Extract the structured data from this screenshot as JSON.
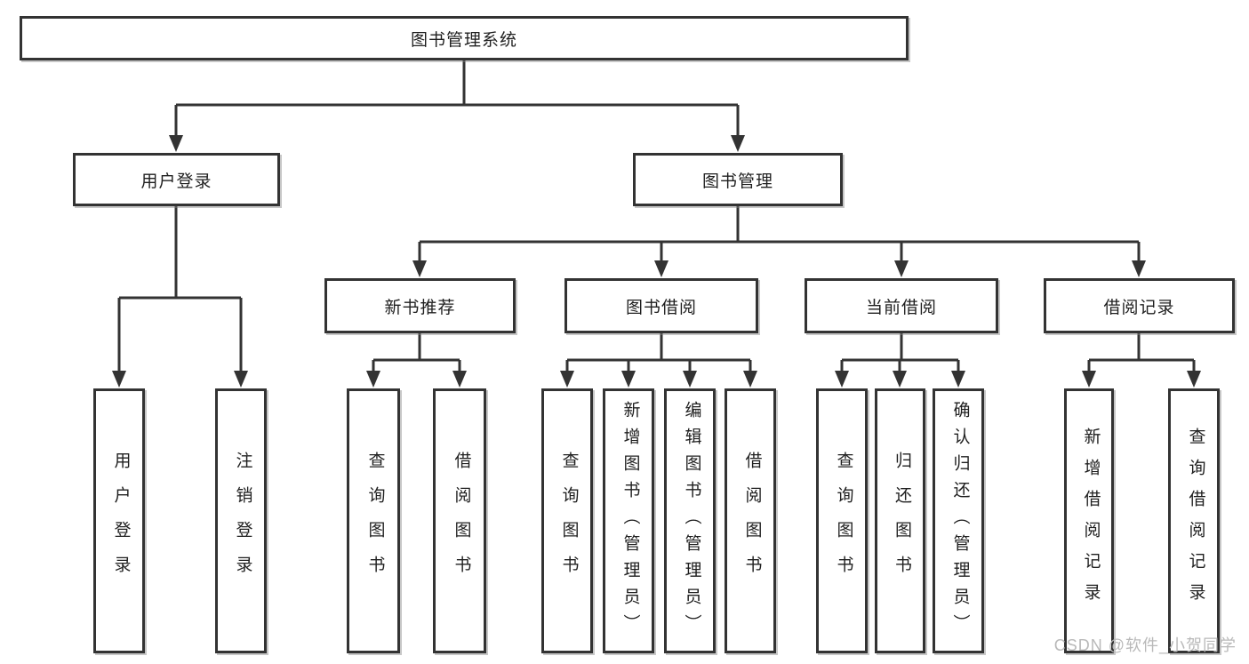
{
  "diagram": {
    "root": {
      "label": "图书管理系统"
    },
    "branches": [
      {
        "label": "用户登录",
        "leaves": [
          "用户登录",
          "注销登录"
        ]
      },
      {
        "label": "图书管理",
        "groups": [
          {
            "label": "新书推荐",
            "leaves": [
              "查询图书",
              "借阅图书"
            ]
          },
          {
            "label": "图书借阅",
            "leaves": [
              "查询图书",
              "新增图书（管理员）",
              "编辑图书（管理员）",
              "借阅图书"
            ]
          },
          {
            "label": "当前借阅",
            "leaves": [
              "查询图书",
              "归还图书",
              "确认归还（管理员）"
            ]
          },
          {
            "label": "借阅记录",
            "leaves": [
              "新增借阅记录",
              "查询借阅记录"
            ]
          }
        ]
      }
    ]
  },
  "watermark": {
    "text": "CSDN @软件_小贺同学"
  },
  "colors": {
    "line": "#333333",
    "box_border": "#333333",
    "box_fill": "#ffffff",
    "text": "#1f1f1f",
    "watermark": "#b9b9b9",
    "background": "#ffffff"
  }
}
